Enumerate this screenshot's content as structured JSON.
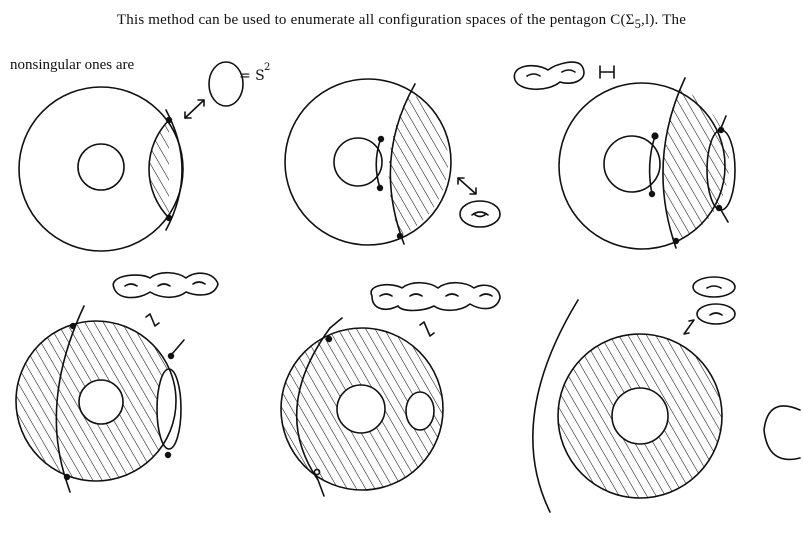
{
  "text": {
    "sentence_start": "This method can be used to enumerate all configuration spaces of the pentagon C(Σ",
    "sentence_sub": "5",
    "sentence_mid": ",l).  The",
    "line2": "nonsingular ones are"
  },
  "figure": {
    "sphere_label": "= S",
    "sphere_exp": "2"
  },
  "colors": {
    "ink": "#111111",
    "background": "#ffffff"
  }
}
